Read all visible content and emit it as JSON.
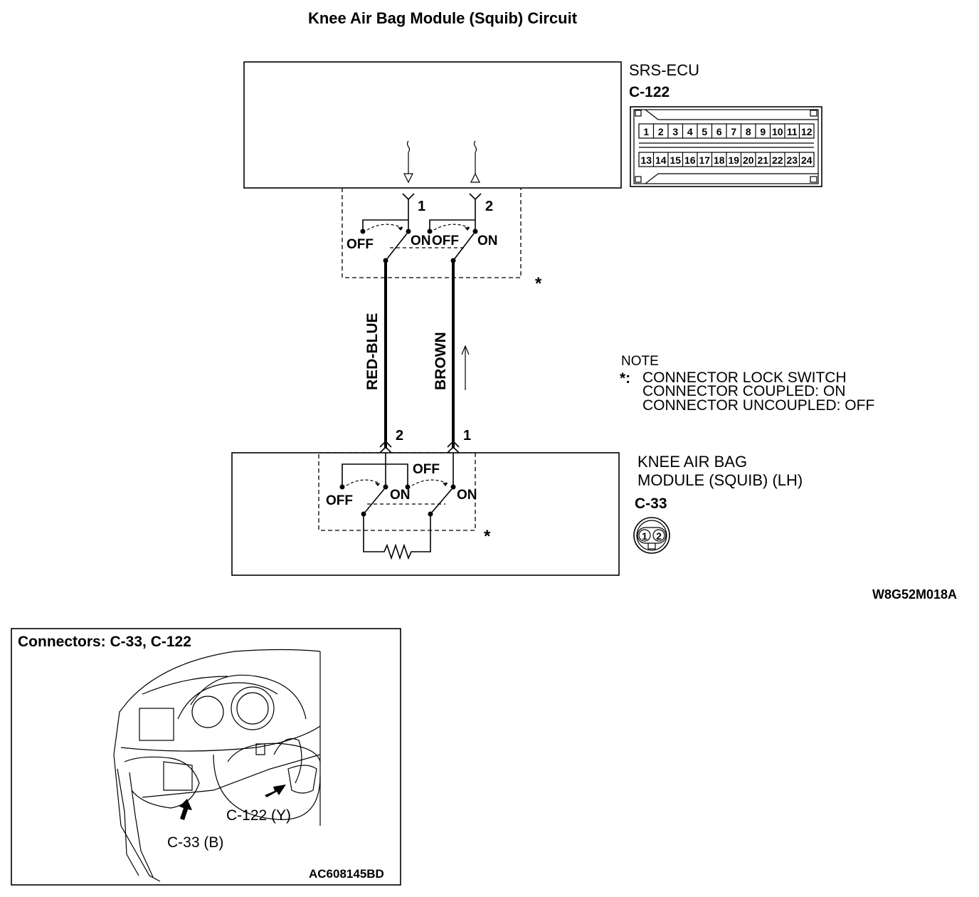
{
  "title": "Knee Air Bag Module (Squib) Circuit",
  "ecu": {
    "name": "SRS-ECU",
    "connector": "C-122",
    "pins_top": [
      "1",
      "2",
      "3",
      "4",
      "5",
      "6",
      "7",
      "8",
      "9",
      "10",
      "11",
      "12"
    ],
    "pins_bottom": [
      "13",
      "14",
      "15",
      "16",
      "17",
      "18",
      "19",
      "20",
      "21",
      "22",
      "23",
      "24"
    ],
    "pin_left": "1",
    "pin_right": "2"
  },
  "switch_labels": {
    "off": "OFF",
    "on": "ON"
  },
  "asterisk": "*",
  "wires": {
    "left": "RED-BLUE",
    "right": "BROWN"
  },
  "note": {
    "heading": "NOTE",
    "marker": "*:",
    "lines": [
      "CONNECTOR LOCK SWITCH",
      "CONNECTOR COUPLED: ON",
      "CONNECTOR UNCOUPLED: OFF"
    ]
  },
  "module": {
    "name_line1": "KNEE AIR BAG",
    "name_line2": "MODULE (SQUIB) (LH)",
    "connector": "C-33",
    "pin_left": "2",
    "pin_right": "1",
    "mini_pins": [
      "1",
      "2"
    ]
  },
  "diagram_code": "W8G52M018A",
  "inset": {
    "title": "Connectors: C-33, C-122",
    "label_c122": "C-122 (Y)",
    "label_c33": "C-33 (B)",
    "code": "AC608145BD"
  }
}
